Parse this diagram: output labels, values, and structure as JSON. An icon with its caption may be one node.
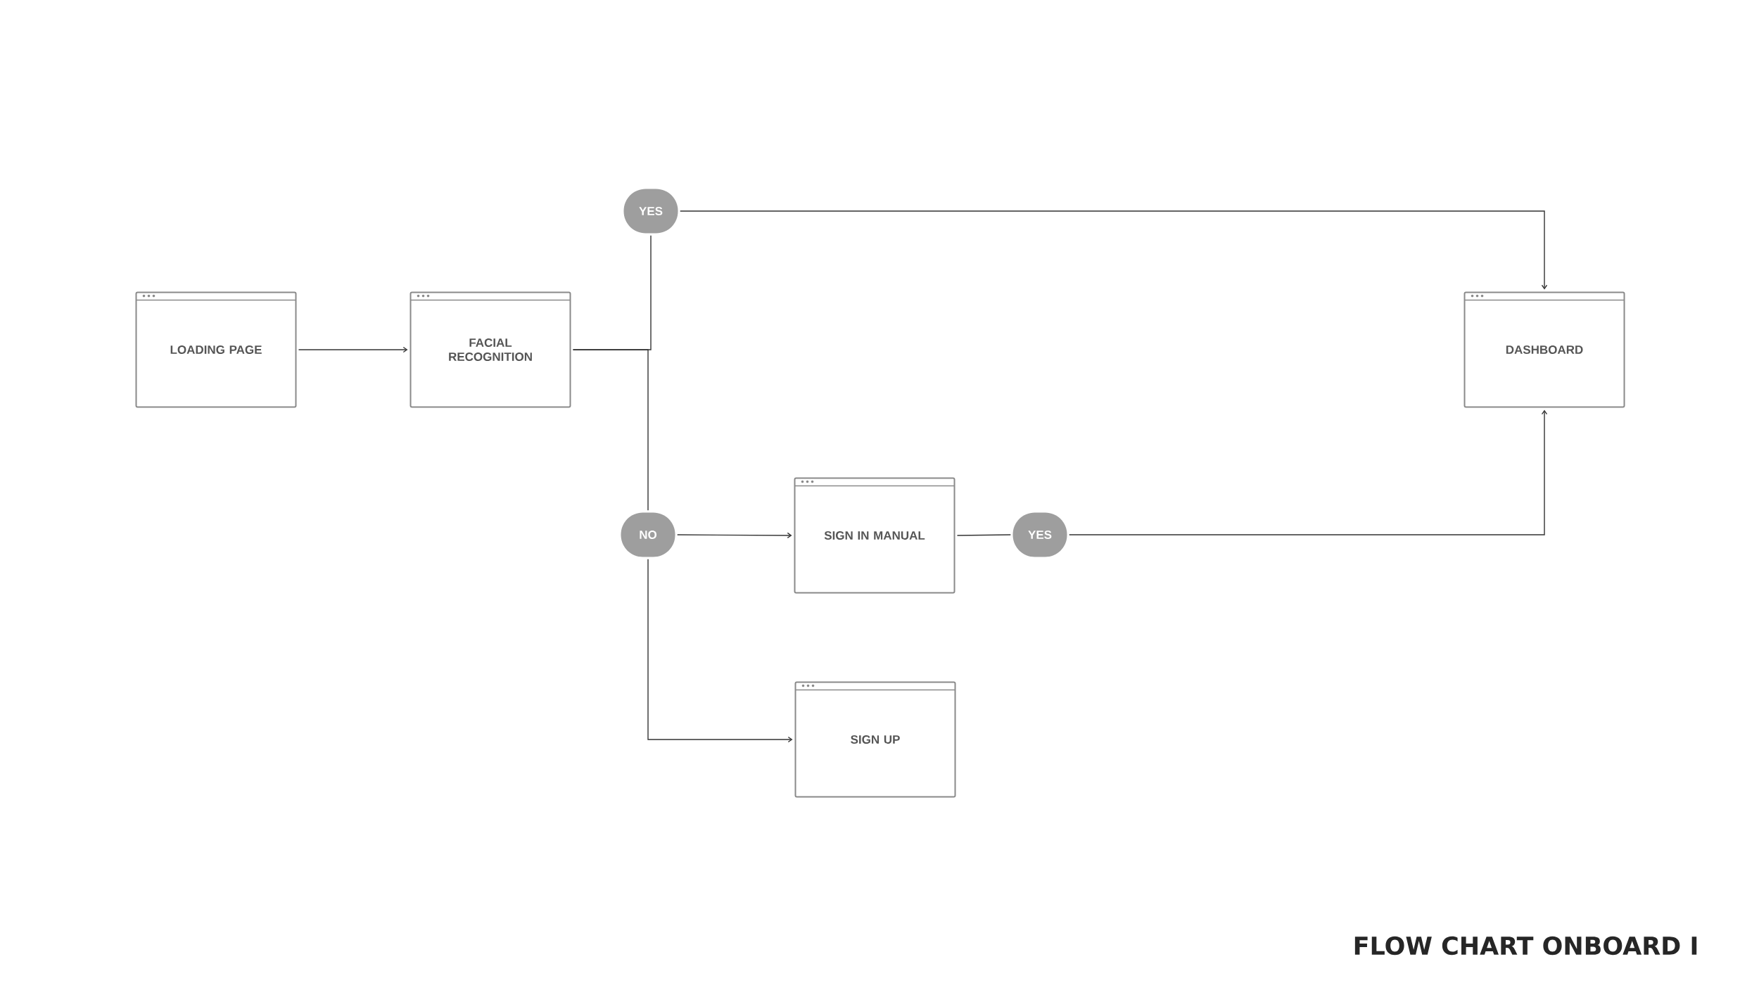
{
  "diagram": {
    "title": "FLOW CHART ONBOARD I",
    "nodes": [
      {
        "text": [
          "LOADING PAGE"
        ]
      },
      {
        "text": [
          "FACIAL RECOGNITION"
        ]
      },
      {
        "text": [
          "YES"
        ]
      },
      {
        "text": [
          "DASHBOARD"
        ]
      },
      {
        "text": [
          "NO"
        ]
      },
      {
        "text": [
          "SIGN IN MANUAL"
        ]
      },
      {
        "text": [
          "YES"
        ]
      },
      {
        "text": [
          "SIGN UP"
        ]
      }
    ],
    "edges": [
      {
        "from": 0,
        "to": 1,
        "arrow": "to"
      },
      {
        "from": 1,
        "to": 2,
        "arrow": "none"
      },
      {
        "from": 1,
        "to": 4,
        "arrow": "none"
      },
      {
        "from": 2,
        "to": 3,
        "arrow": "to"
      },
      {
        "from": 4,
        "to": 5,
        "arrow": "to"
      },
      {
        "from": 4,
        "to": 7,
        "arrow": "to"
      },
      {
        "from": 5,
        "to": 6,
        "arrow": "none"
      },
      {
        "from": 6,
        "to": 3,
        "arrow": "to"
      }
    ]
  }
}
